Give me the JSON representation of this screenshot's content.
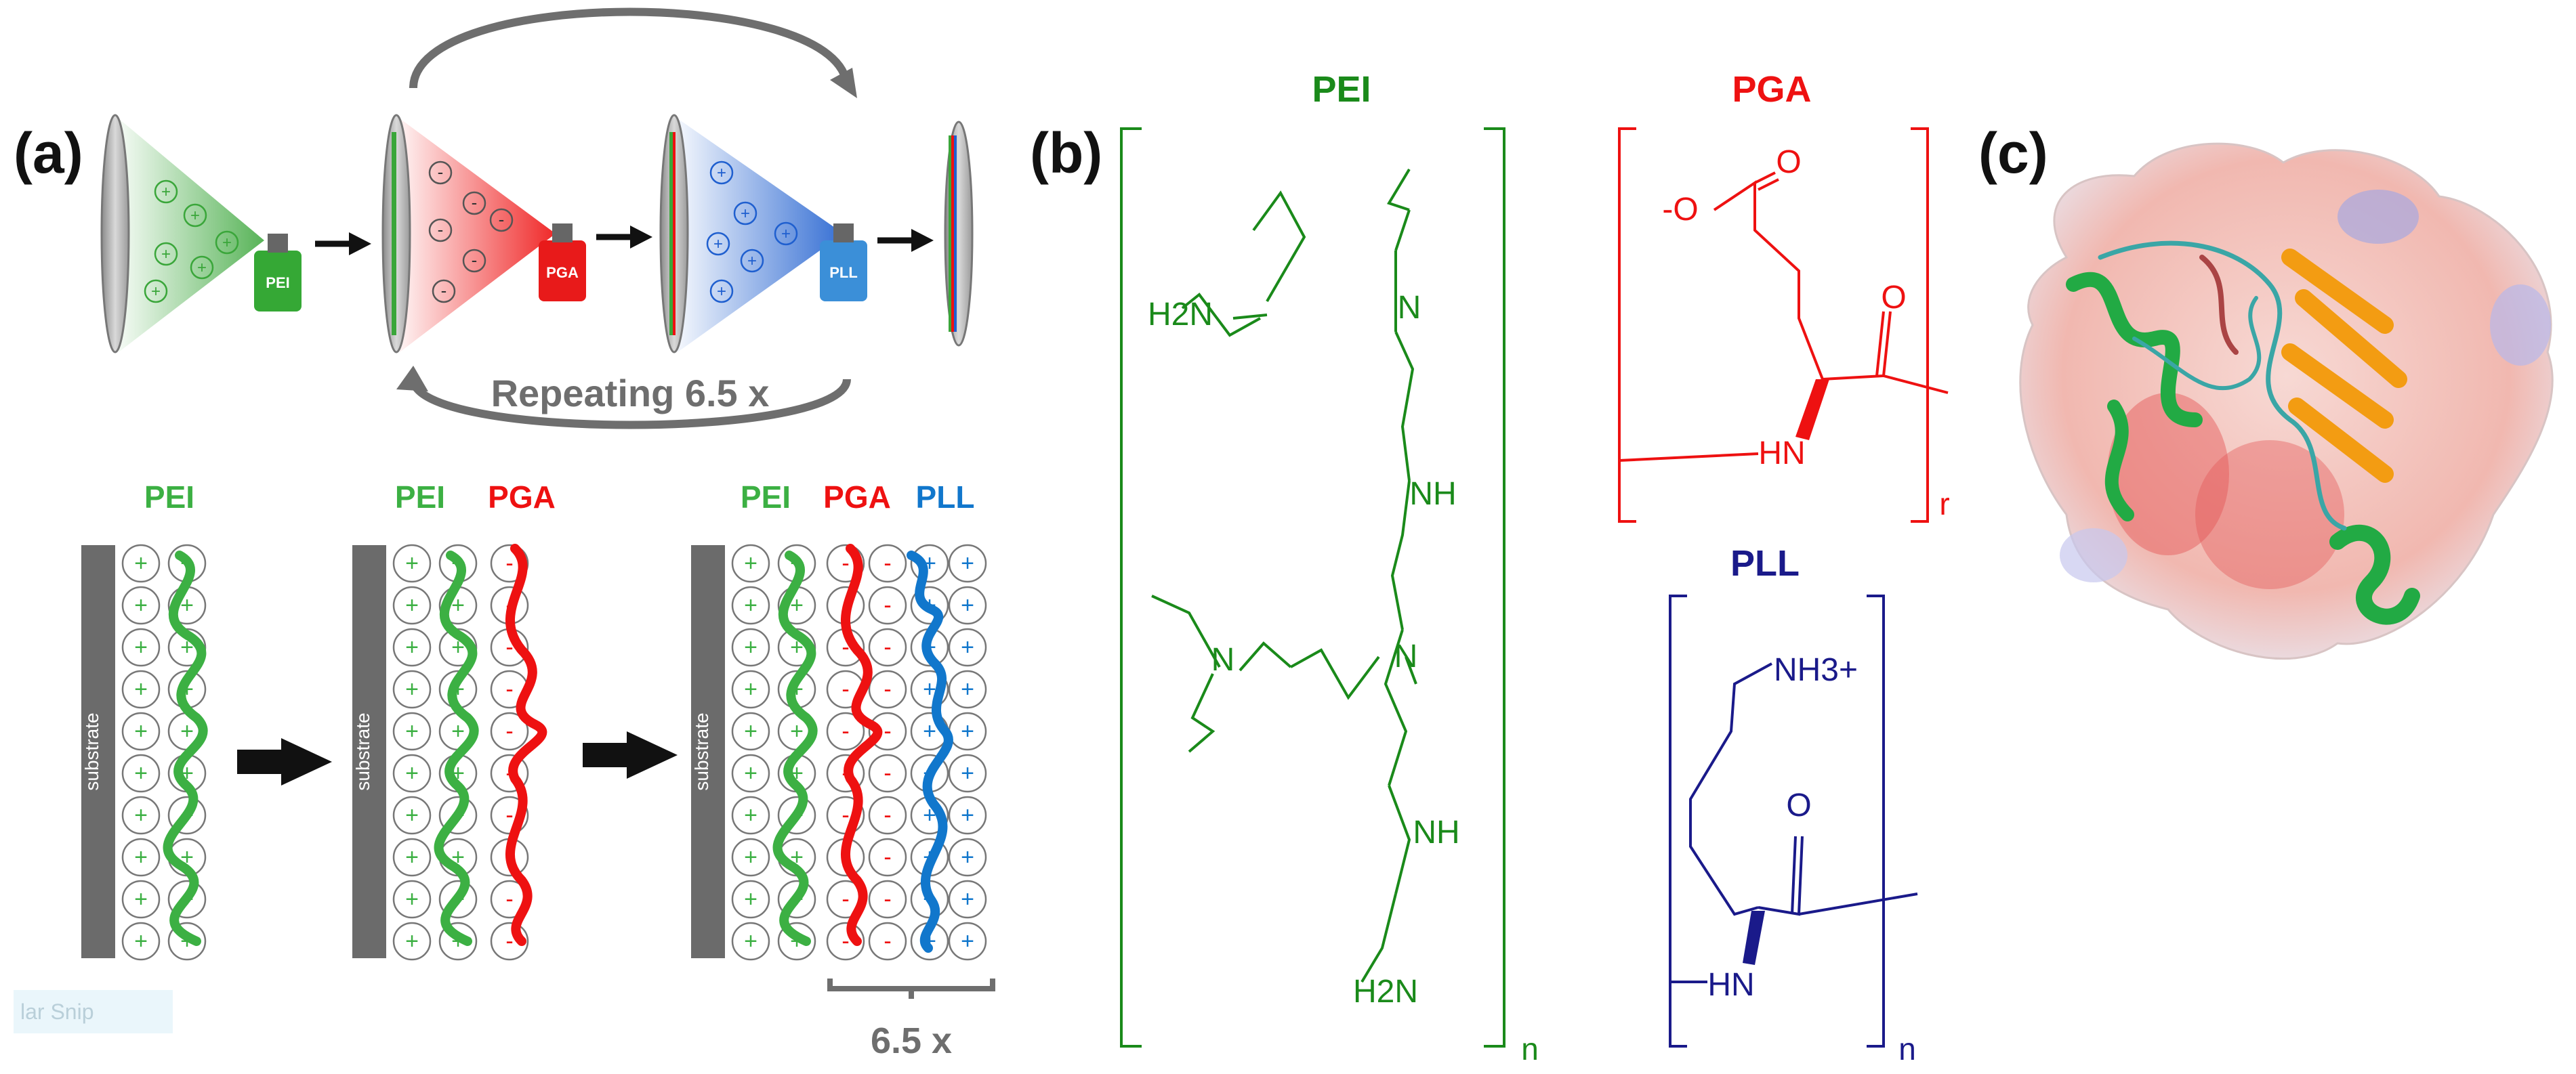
{
  "panels": {
    "a": "(a)",
    "b": "(b)",
    "c": "(c)"
  },
  "panel_a": {
    "sprays": [
      "PEI",
      "PGA",
      "PLL"
    ],
    "repeat_label": "Repeating 6.5 x",
    "substrate_label": "substrate",
    "stage1_labels": [
      "PEI"
    ],
    "stage2_labels": [
      "PEI",
      "PGA"
    ],
    "stage3_labels": [
      "PEI",
      "PGA",
      "PLL"
    ],
    "bracket_label": "6.5 x",
    "plus_sign": "+",
    "minus_sign": "-"
  },
  "panel_b": {
    "pei": {
      "title": "PEI",
      "groups": [
        "H2N",
        "N",
        "NH",
        "N",
        "N",
        "NH",
        "H2N"
      ],
      "subscript": "n"
    },
    "pga": {
      "title": "PGA",
      "groups": [
        "-O",
        "O",
        "O",
        "HN"
      ],
      "subscript": "r"
    },
    "pll": {
      "title": "PLL",
      "groups": [
        "NH3+",
        "O",
        "HN"
      ],
      "subscript": "n"
    }
  },
  "snip_text": "lar Snip",
  "colors": {
    "pei": "#1a8a1a",
    "pei_light": "#3cb043",
    "pga": "#ee1111",
    "pll_struct": "#1a1a8a",
    "pll_light": "#1177cc",
    "arrow_grey": "#6e6e6e"
  }
}
